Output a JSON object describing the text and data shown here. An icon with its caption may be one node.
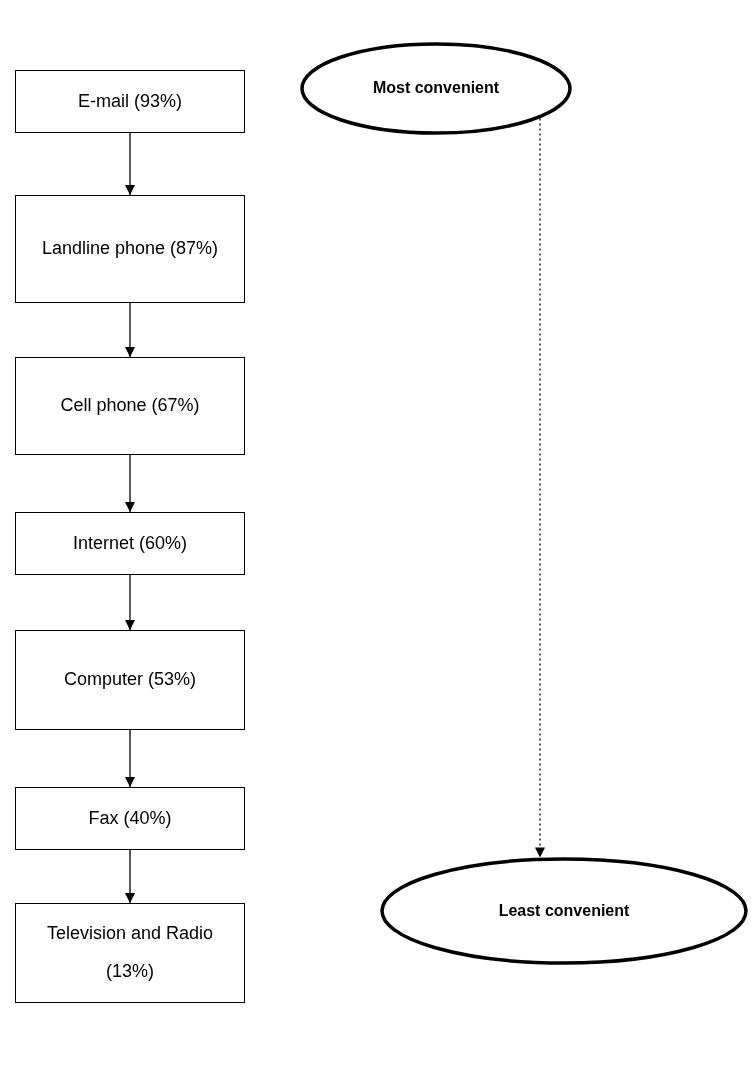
{
  "diagram": {
    "nodes": [
      {
        "text": [
          "E-mail (93%)"
        ]
      },
      {
        "text": [
          "Landline phone (87%)"
        ]
      },
      {
        "text": [
          "Cell phone (67%)"
        ]
      },
      {
        "text": [
          "Internet (60%)"
        ]
      },
      {
        "text": [
          "Computer (53%)"
        ]
      },
      {
        "text": [
          "Fax (40%)"
        ]
      },
      {
        "text": [
          "Television and Radio (13%)"
        ]
      },
      {
        "text": [
          "Most convenient"
        ]
      },
      {
        "text": [
          "Least convenient"
        ]
      }
    ],
    "edges": [
      {
        "from": 0,
        "to": 1,
        "arrow": "to"
      },
      {
        "from": 1,
        "to": 2,
        "arrow": "to"
      },
      {
        "from": 2,
        "to": 3,
        "arrow": "to"
      },
      {
        "from": 3,
        "to": 4,
        "arrow": "to"
      },
      {
        "from": 4,
        "to": 5,
        "arrow": "to"
      },
      {
        "from": 5,
        "to": 6,
        "arrow": "to"
      },
      {
        "from": 7,
        "to": 8,
        "arrow": "to",
        "style": "dashed"
      }
    ]
  }
}
